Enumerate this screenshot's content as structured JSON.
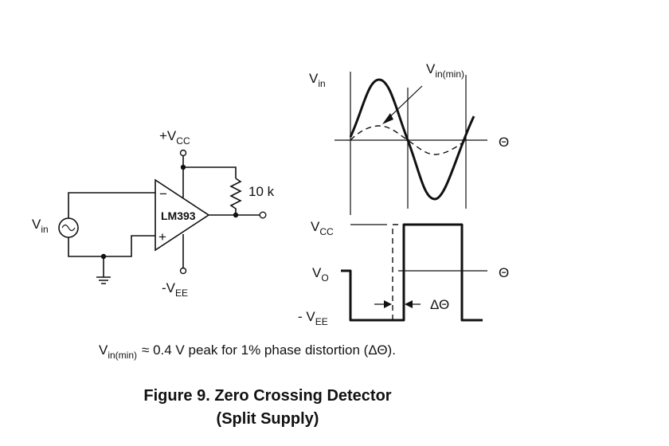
{
  "circuit": {
    "vin_label": {
      "main": "V",
      "sub": "in"
    },
    "vcc_label": {
      "main": "+V",
      "sub": "CC"
    },
    "vee_label": {
      "main": "-V",
      "sub": "EE"
    },
    "ic_label": "LM393",
    "inv_symbol": "−",
    "noninv_symbol": "+",
    "resistor_label": "10 k"
  },
  "waveforms": {
    "vin_label": {
      "main": "V",
      "sub": "in"
    },
    "vin_min_label": {
      "main": "V",
      "sub": "in(min)"
    },
    "theta_top": "Θ",
    "vcc_label": {
      "main": "V",
      "sub": "CC"
    },
    "vo_label": {
      "main": "V",
      "sub": "O"
    },
    "theta_bottom": "Θ",
    "vee_label": {
      "main": "- V",
      "sub": "EE"
    },
    "delta_theta": "ΔΘ"
  },
  "note": {
    "prefix_main": "V",
    "prefix_sub": "in(min)",
    "text": "≈ 0.4 V peak for 1% phase distortion (ΔΘ)."
  },
  "caption": {
    "line1": "Figure 9. Zero Crossing Detector",
    "line2": "(Split Supply)"
  }
}
